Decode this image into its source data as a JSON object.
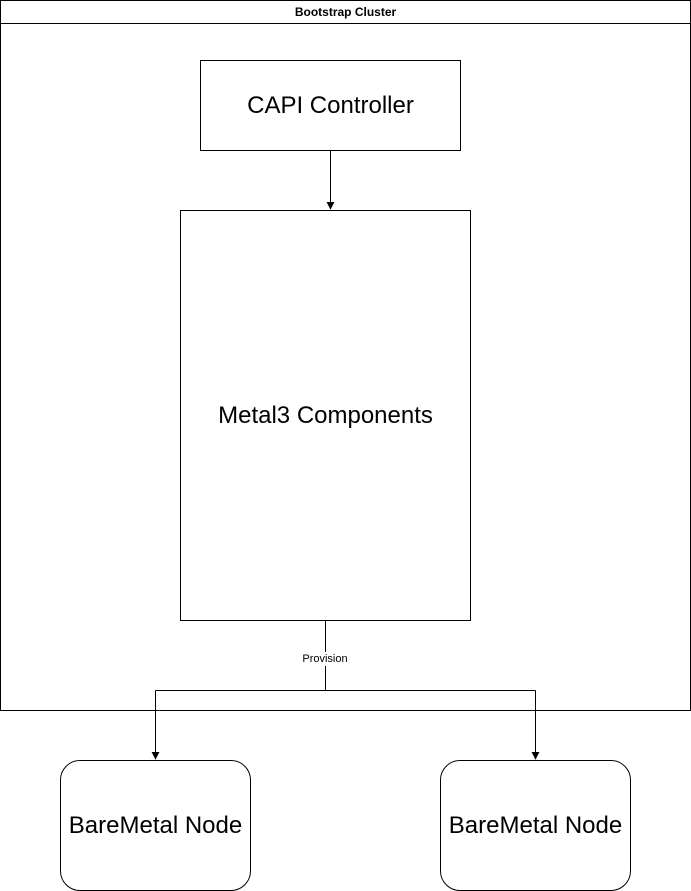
{
  "cluster": {
    "title": "Bootstrap Cluster"
  },
  "nodes": {
    "capi_controller": "CAPI Controller",
    "metal3_components": "Metal3 Components",
    "baremetal_node_1": "BareMetal Node",
    "baremetal_node_2": "BareMetal Node"
  },
  "edges": {
    "provision_label": "Provision"
  },
  "colors": {
    "stroke": "#000000",
    "fill": "#ffffff"
  }
}
